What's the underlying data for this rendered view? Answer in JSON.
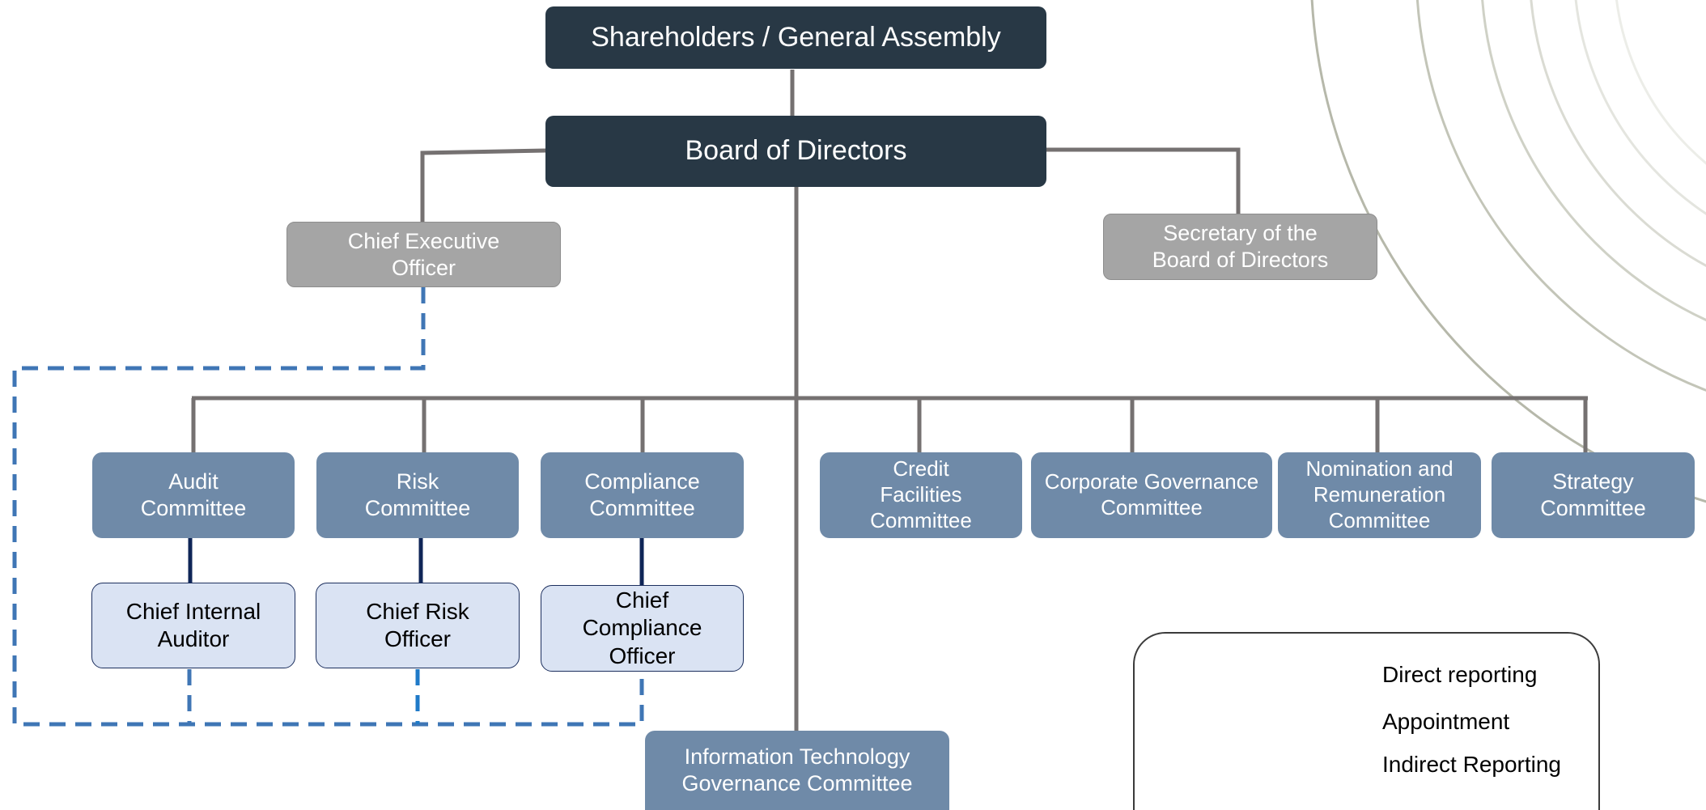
{
  "nodes": {
    "shareholders": "Shareholders / General Assembly",
    "board": "Board of Directors",
    "ceo": "Chief Executive\nOfficer",
    "secretary": "Secretary of the\nBoard of Directors",
    "audit_committee": "Audit\nCommittee",
    "risk_committee": "Risk\nCommittee",
    "compliance_committee": "Compliance\nCommittee",
    "credit_committee": "Credit\nFacilities\nCommittee",
    "governance_committee": "Corporate Governance\nCommittee",
    "nomination_committee": "Nomination and\nRemuneration\nCommittee",
    "strategy_committee": "Strategy\nCommittee",
    "chief_internal_auditor": "Chief Internal\nAuditor",
    "chief_risk_officer": "Chief Risk\nOfficer",
    "chief_compliance_officer": "Chief\nCompliance\nOfficer",
    "it_governance_committee": "Information Technology\nGovernance Committee"
  },
  "legend": {
    "direct": "Direct reporting",
    "appointment": "Appointment",
    "indirect": "Indirect Reporting"
  },
  "colors": {
    "direct_line": "#0f2557",
    "appointment_line": "#757171",
    "indirect_line": "#3f76b5",
    "dark_box": "#283845",
    "grey_box": "#a5a5a5",
    "committee_box": "#6f8aa8",
    "officer_box": "#dae3f3"
  }
}
